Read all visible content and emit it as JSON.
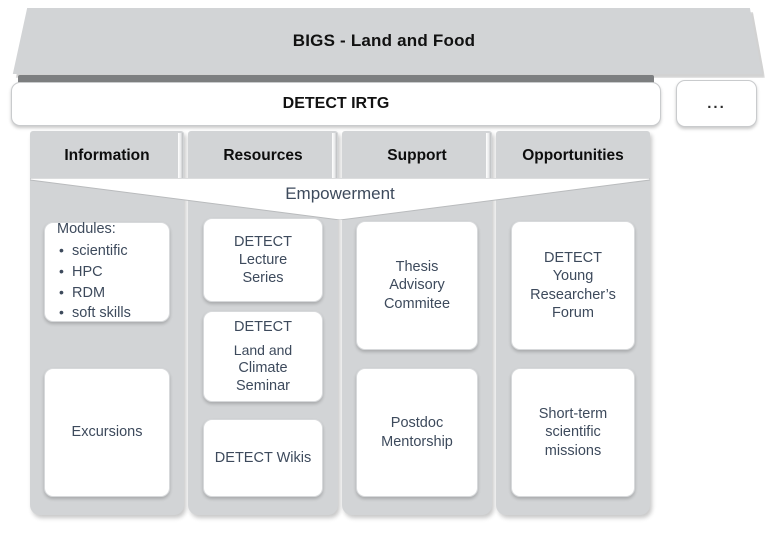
{
  "header": {
    "umbrella_title": "BIGS - Land and Food",
    "program_title": "DETECT IRTG",
    "more_label": "..."
  },
  "banner": {
    "empowerment_label": "Empowerment"
  },
  "columns": [
    {
      "key": "information",
      "title": "Information",
      "cards": [
        {
          "type": "list",
          "heading": "Modules:",
          "items": [
            "scientific",
            "HPC",
            "RDM",
            "soft skills"
          ]
        },
        {
          "type": "text",
          "lines": [
            "Excursions"
          ]
        }
      ]
    },
    {
      "key": "resources",
      "title": "Resources",
      "cards": [
        {
          "type": "text",
          "lines": [
            "DETECT",
            "Lecture",
            "Series"
          ]
        },
        {
          "type": "text_sub",
          "lines": [
            "DETECT"
          ],
          "sub_lines": [
            "Land and",
            "Climate",
            "Seminar"
          ]
        },
        {
          "type": "text",
          "lines": [
            "DETECT Wikis"
          ]
        }
      ]
    },
    {
      "key": "support",
      "title": "Support",
      "cards": [
        {
          "type": "text",
          "lines": [
            "Thesis",
            "Advisory",
            "Commitee"
          ]
        },
        {
          "type": "text",
          "lines": [
            "Postdoc",
            "Mentorship"
          ]
        }
      ]
    },
    {
      "key": "opportunities",
      "title": "Opportunities",
      "cards": [
        {
          "type": "text",
          "lines": [
            "DETECT",
            "Young",
            "Researcher’s",
            "Forum"
          ]
        },
        {
          "type": "text",
          "lines": [
            "Short-term",
            "scientific",
            "missions"
          ]
        }
      ]
    }
  ],
  "colors": {
    "pillar_gray": "#d2d4d6",
    "card_white": "#ffffff",
    "card_text": "#3d4a5c",
    "header_text": "#0d0d0d",
    "shadow_band": "#7d7f81"
  }
}
